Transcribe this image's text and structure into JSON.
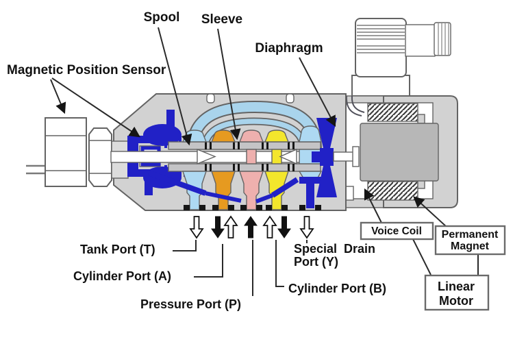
{
  "diagram": {
    "type": "servo-valve-cross-section",
    "labels": {
      "spool": "Spool",
      "sleeve": "Sleeve",
      "diaphragm": "Diaphragm",
      "magnetic_position_sensor": "Magnetic Position Sensor",
      "tank_port": "Tank Port (T)",
      "cylinder_port_a": "Cylinder Port (A)",
      "pressure_port": "Pressure Port (P)",
      "special_drain_line1": "Special  Drain",
      "special_drain_line2": "Port (Y)",
      "cylinder_port_b": "Cylinder Port (B)",
      "voice_coil": "Voice Coil",
      "permanent_magnet_line1": "Permanent",
      "permanent_magnet_line2": "Magnet",
      "linear_motor_line1": "Linear",
      "linear_motor_line2": "Motor"
    },
    "flow_arrows": [
      {
        "icon": "arrow-down-hollow-icon",
        "direction": "down",
        "style": "hollow"
      },
      {
        "icon": "arrow-down-solid-icon",
        "direction": "down",
        "style": "solid"
      },
      {
        "icon": "arrow-up-hollow-icon",
        "direction": "up",
        "style": "hollow"
      },
      {
        "icon": "arrow-up-solid-icon",
        "direction": "up",
        "style": "solid"
      },
      {
        "icon": "arrow-up-hollow-icon",
        "direction": "up",
        "style": "hollow"
      },
      {
        "icon": "arrow-down-solid-icon",
        "direction": "down",
        "style": "solid"
      },
      {
        "icon": "arrow-down-hollow-icon",
        "direction": "down",
        "style": "hollow"
      }
    ],
    "colors": {
      "body_gray": "#d2d2d2",
      "outline_gray": "#636363",
      "dark_blue": "#2121c6",
      "light_blue": "#a9d4ec",
      "port_tank_blue": "#aed9f2",
      "port_a_orange": "#e69a20",
      "port_p_pink": "#eeb0ae",
      "port_b_yellow": "#f3e62c",
      "armature_gray": "#b7b7b7",
      "label_color": "#111111"
    }
  }
}
